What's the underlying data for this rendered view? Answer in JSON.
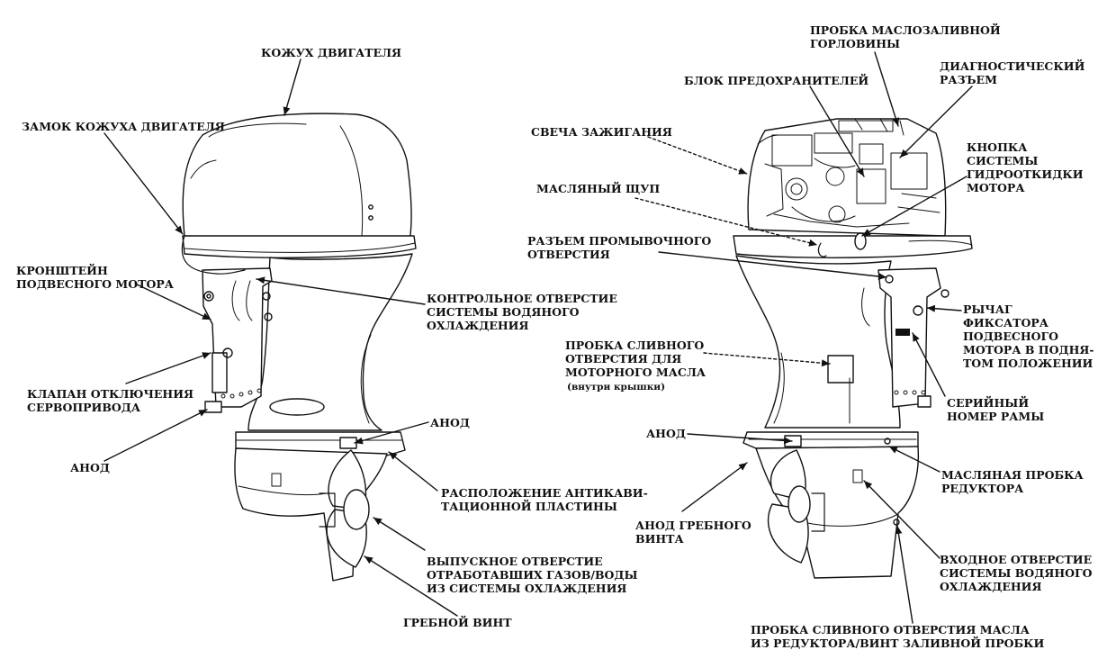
{
  "colors": {
    "ink": "#111111",
    "paper": "#ffffff",
    "shade": "#dcdcdc"
  },
  "labels": {
    "engine_cover": [
      "КОЖУХ ДВИГАТЕЛЯ"
    ],
    "cover_lock": [
      "ЗАМОК КОЖУХА ДВИГАТЕЛЯ"
    ],
    "bracket": [
      "КРОНШТЕЙН",
      "ПОДВЕСНОГО МОТОРА"
    ],
    "control_hole": [
      "КОНТРОЛЬНОЕ ОТВЕРСТИЕ",
      "СИСТЕМЫ ВОДЯНОГО",
      "ОХЛАЖДЕНИЯ"
    ],
    "servo_valve": [
      "КЛАПАН ОТКЛЮЧЕНИЯ",
      "СЕРВОПРИВОДА"
    ],
    "anode_left_low": [
      "АНОД"
    ],
    "anode_left_plate": [
      "АНОД"
    ],
    "anticav_plate": [
      "РАСПОЛОЖЕНИЕ АНТИКАВИ-",
      "ТАЦИОННОЙ ПЛАСТИНЫ"
    ],
    "exhaust_outlet": [
      "ВЫПУСКНОЕ ОТВЕРСТИЕ",
      "ОТРАБОТАВШИХ ГАЗОВ/ВОДЫ",
      "ИЗ СИСТЕМЫ ОХЛАЖДЕНИЯ"
    ],
    "propeller": [
      "ГРЕБНОЙ ВИНТ"
    ],
    "oil_filler_cap": [
      "ПРОБКА МАСЛОЗАЛИВНОЙ",
      "ГОРЛОВИНЫ"
    ],
    "fuse_box": [
      "БЛОК ПРЕДОХРАНИТЕЛЕЙ"
    ],
    "diag_connector": [
      "ДИАГНОСТИЧЕСКИЙ",
      "РАЗЪЕМ"
    ],
    "spark_plug": [
      "СВЕЧА ЗАЖИГАНИЯ"
    ],
    "tilt_button": [
      "КНОПКА",
      "СИСТЕМЫ",
      "ГИДРООТКИДКИ",
      "МОТОРА"
    ],
    "dipstick": [
      "МАСЛЯНЫЙ ЩУП"
    ],
    "flush_port": [
      "РАЗЪЕМ ПРОМЫВОЧНОГО",
      "ОТВЕРСТИЯ"
    ],
    "tilt_lock_lever": [
      "РЫЧАГ",
      "ФИКСАТОРА",
      "ПОДВЕСНОГО",
      "МОТОРА В ПОДНЯ-",
      "ТОМ ПОЛОЖЕНИИ"
    ],
    "oil_drain_plug": [
      "ПРОБКА СЛИВНОГО",
      "ОТВЕРСТИЯ ДЛЯ",
      "МОТОРНОГО МАСЛА"
    ],
    "oil_drain_note": [
      "(внутри крышки)"
    ],
    "serial_number": [
      "СЕРИЙНЫЙ",
      "НОМЕР РАМЫ"
    ],
    "anode_right_plate": [
      "АНОД"
    ],
    "gear_oil_plug": [
      "МАСЛЯНАЯ ПРОБКА",
      "РЕДУКТОРА"
    ],
    "prop_anode": [
      "АНОД ГРЕБНОГО",
      "ВИНТА"
    ],
    "water_intake": [
      "ВХОДНОЕ ОТВЕРСТИЕ",
      "СИСТЕМЫ ВОДЯНОГО",
      "ОХЛАЖДЕНИЯ"
    ],
    "gear_drain": [
      "ПРОБКА СЛИВНОГО ОТВЕРСТИЯ МАСЛА",
      "ИЗ РЕДУКТОРА/ВИНТ ЗАЛИВНОЙ ПРОБКИ"
    ]
  }
}
